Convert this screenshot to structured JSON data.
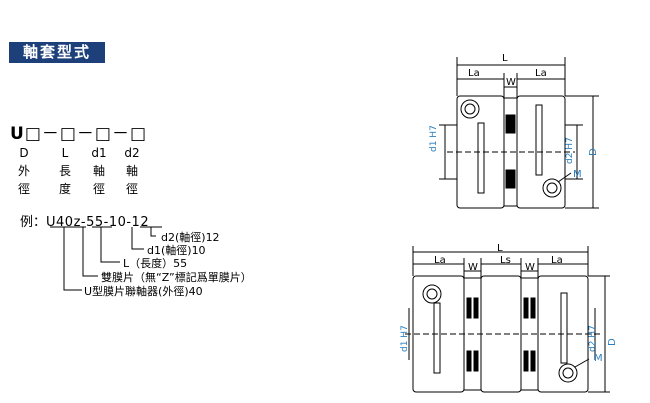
{
  "section_title": "軸套型式",
  "model_code": {
    "prefix": "U",
    "template": "□－□－□－□",
    "fields": [
      {
        "symbol": "D",
        "desc": [
          "外",
          "徑"
        ]
      },
      {
        "symbol": "L",
        "desc": [
          "長",
          "度"
        ]
      },
      {
        "symbol": "d1",
        "desc": [
          "軸",
          "徑"
        ]
      },
      {
        "symbol": "d2",
        "desc": [
          "軸",
          "徑"
        ]
      }
    ]
  },
  "example": {
    "label": "例：",
    "code": "U40z-55-10-12",
    "notes": [
      "d2(軸徑)12",
      "d1(軸徑)10",
      "L（長度）55",
      "雙膜片（無“Z”標記爲單膜片）",
      "U型膜片聯軸器(外徑)40"
    ]
  },
  "diagram_top": {
    "dims": {
      "L": "L",
      "La_left": "La",
      "W": "W",
      "La_right": "La",
      "d1": "d1 H7",
      "d2": "d2 H7",
      "D": "D",
      "M": "M"
    }
  },
  "diagram_bottom": {
    "dims": {
      "L": "L",
      "La_left": "La",
      "W_left": "W",
      "Ls": "Ls",
      "W_right": "W",
      "La_right": "La",
      "d1": "d1 H7",
      "d2": "d2 H7",
      "D": "D",
      "M": "M"
    }
  },
  "colors": {
    "badge": "#1d3f7a",
    "dim_text": "#2a7fc0"
  }
}
